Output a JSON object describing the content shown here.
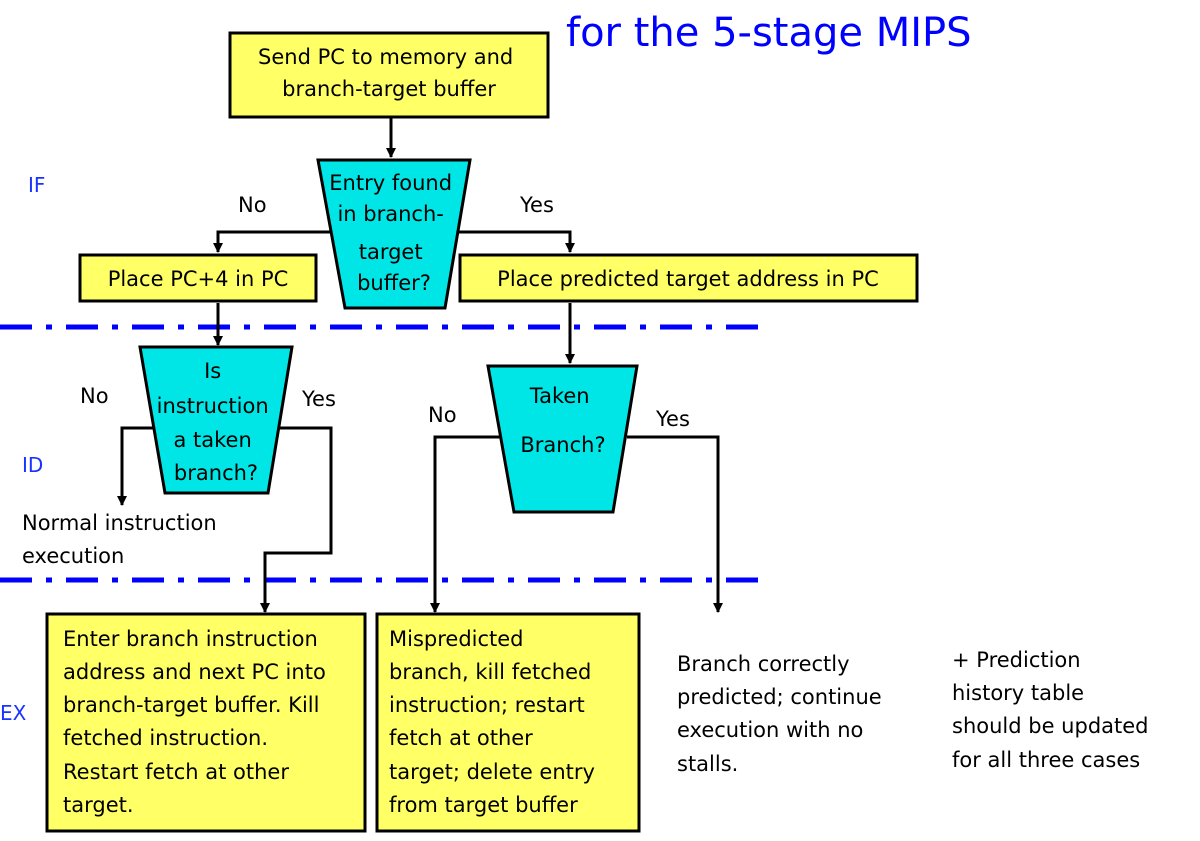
{
  "title": "for the 5-stage MIPS",
  "stages": {
    "if": "IF",
    "id": "ID",
    "ex": "EX"
  },
  "colors": {
    "process_box": "#ffff66",
    "decision_box": "#00e5e5",
    "stage_label": "#1a33ff",
    "title": "#0000ff",
    "divider": "#0000ff"
  },
  "nodes": {
    "send_pc": [
      "Send PC to memory and",
      "branch-target buffer"
    ],
    "entry_found": [
      "Entry found",
      "in branch-",
      "target",
      "buffer?"
    ],
    "place_pc4": [
      "Place PC+4 in PC"
    ],
    "place_predicted": [
      "Place predicted target address in  PC"
    ],
    "is_taken_branch": [
      "Is",
      "instruction",
      "a taken",
      "branch?"
    ],
    "taken_branch": [
      "Taken",
      "Branch?"
    ],
    "normal_exec": [
      "Normal instruction",
      "execution"
    ],
    "enter_branch": [
      "Enter branch instruction",
      "address and next PC into",
      "branch-target buffer. Kill",
      "fetched instruction.",
      "Restart fetch at other",
      "target."
    ],
    "mispredicted": [
      "Mispredicted",
      "branch, kill fetched",
      "instruction; restart",
      "fetch at other",
      "target; delete entry",
      "from target buffer"
    ],
    "correct": [
      "Branch correctly",
      "predicted; continue",
      "execution with no",
      "stalls."
    ],
    "note": [
      "+ Prediction",
      "history table",
      "should be updated",
      "for all three cases"
    ]
  },
  "edge_labels": {
    "entry_no": "No",
    "entry_yes": "Yes",
    "instr_no": "No",
    "instr_yes": "Yes",
    "taken_no": "No",
    "taken_yes": "Yes"
  }
}
